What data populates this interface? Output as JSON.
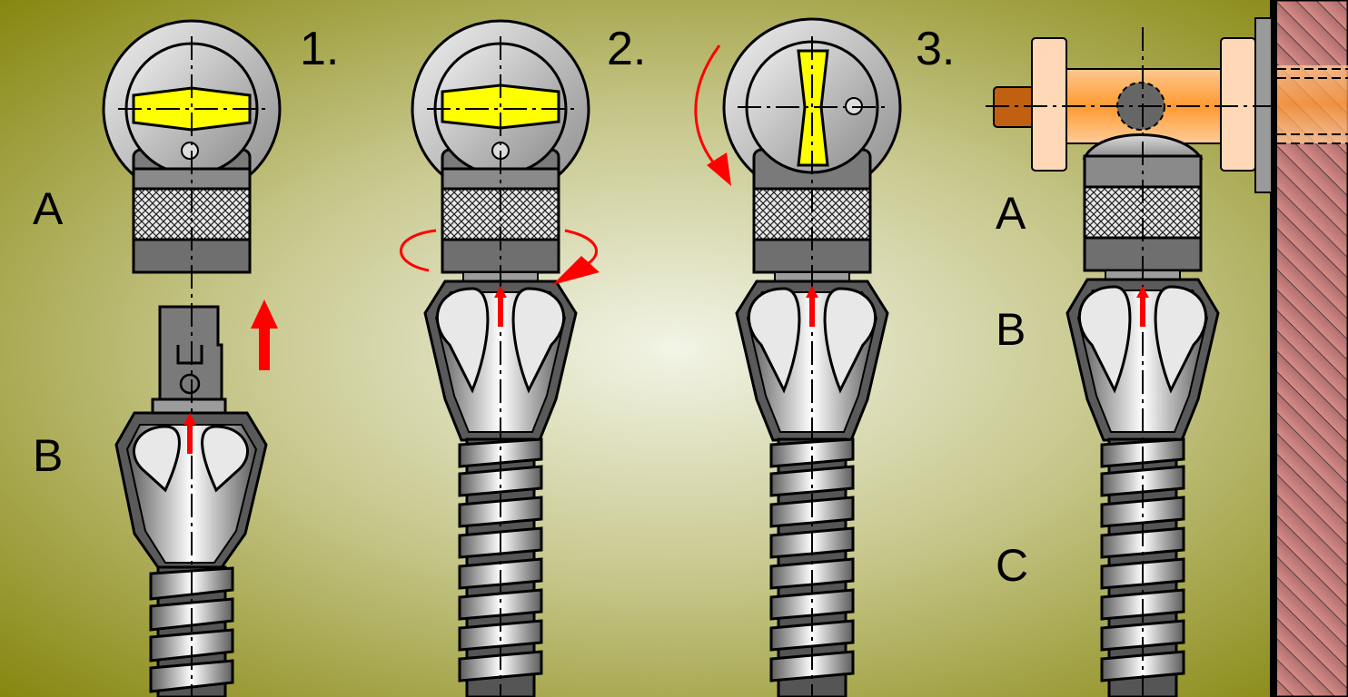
{
  "steps": [
    {
      "number": "1.",
      "labels": [
        "A",
        "B"
      ]
    },
    {
      "number": "2.",
      "labels": []
    },
    {
      "number": "3.",
      "labels": []
    },
    {
      "number": "",
      "labels": [
        "A",
        "B",
        "C"
      ]
    }
  ],
  "colors": {
    "background_center": "#f2f4e6",
    "background_edge": "#7e7f00",
    "bubble_vial": "#ffff00",
    "arrow": "#ff0000",
    "tube": "#ffa040",
    "tube_flange": "#ffd8b8",
    "wall": "#c0807a",
    "metal": "#a8a8a8",
    "metal_dark": "#555555"
  },
  "icons": [
    "bubble-level-icon",
    "knurled-grip-icon",
    "clamp-jaws-icon",
    "spring-coil-icon",
    "arrow-up-icon",
    "rotate-arrow-icon",
    "wall-hatch-icon"
  ]
}
